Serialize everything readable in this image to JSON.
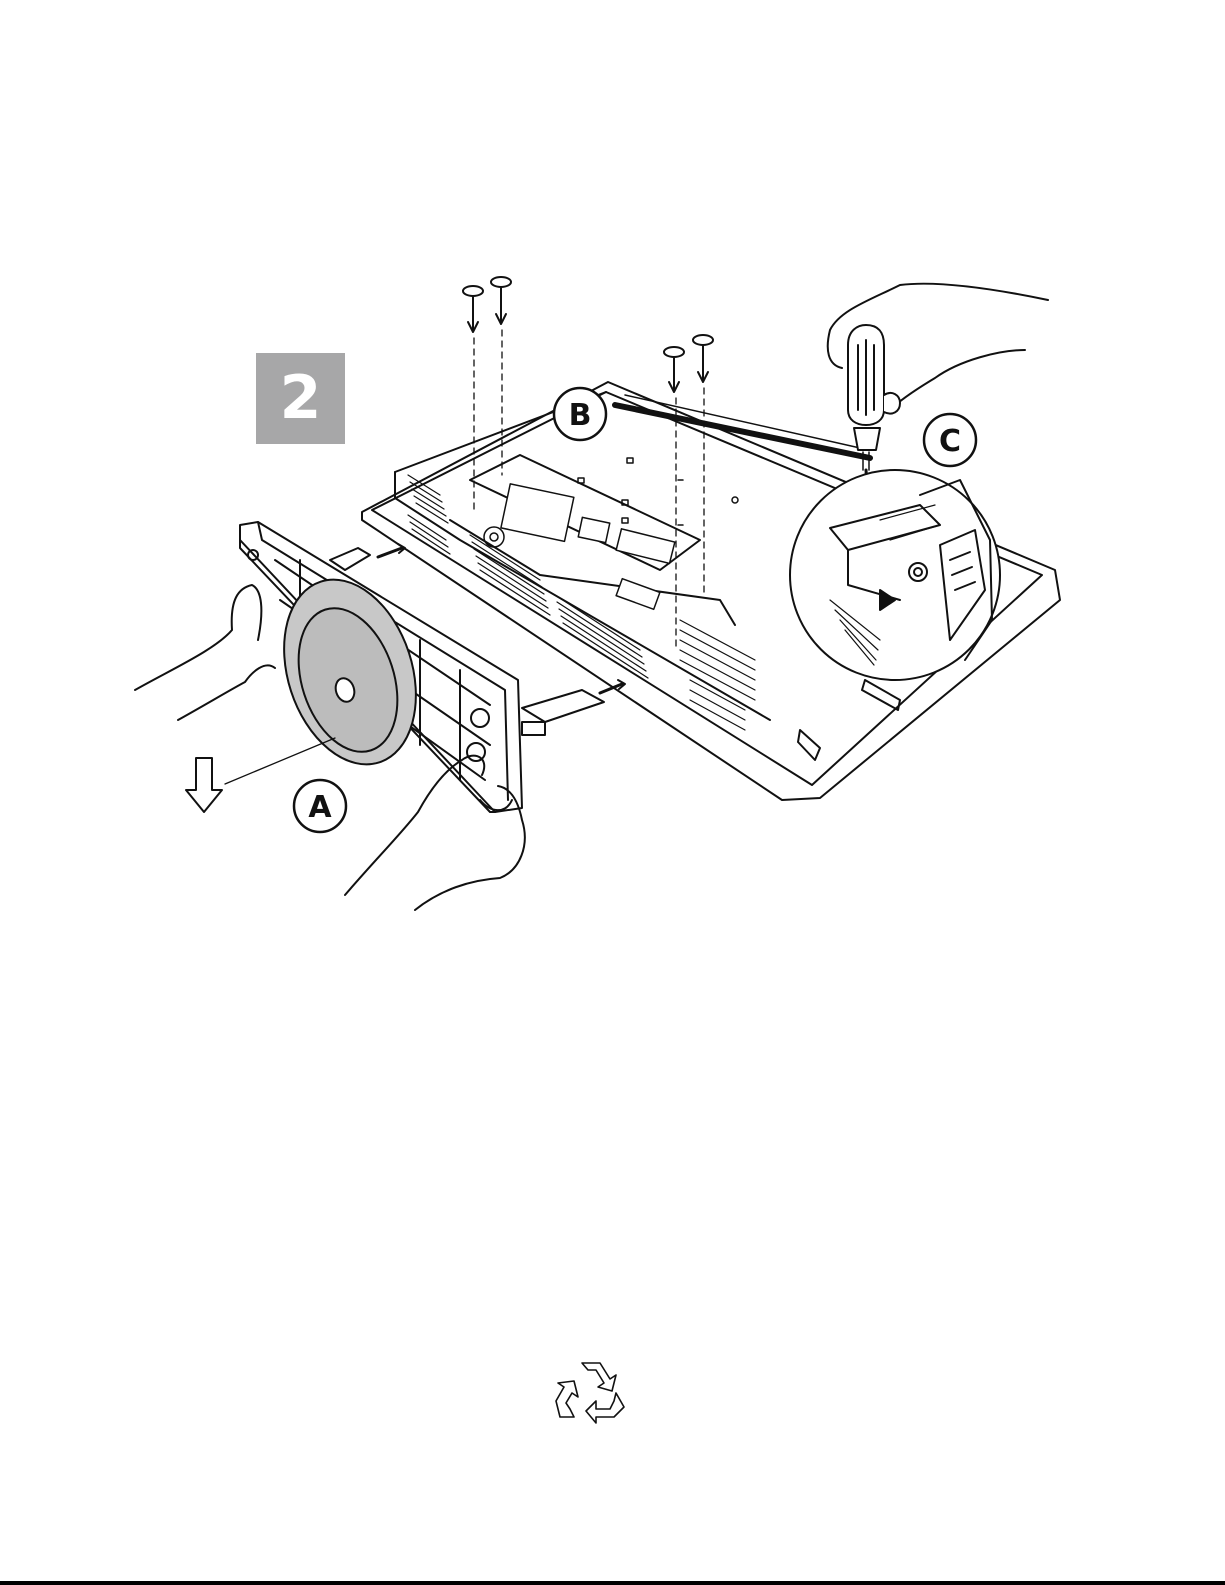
{
  "step": {
    "number": "2"
  },
  "callouts": {
    "a": "A",
    "b": "B",
    "c": "C"
  },
  "icons": {
    "recycle": "recycle-icon",
    "arrow": "arrow-down-icon",
    "screw": "screw-icon",
    "screwdriver": "screwdriver-icon"
  },
  "colors": {
    "badge": "#a7a7a8",
    "line": "#111111",
    "base_plate": "#c8c8c8"
  }
}
